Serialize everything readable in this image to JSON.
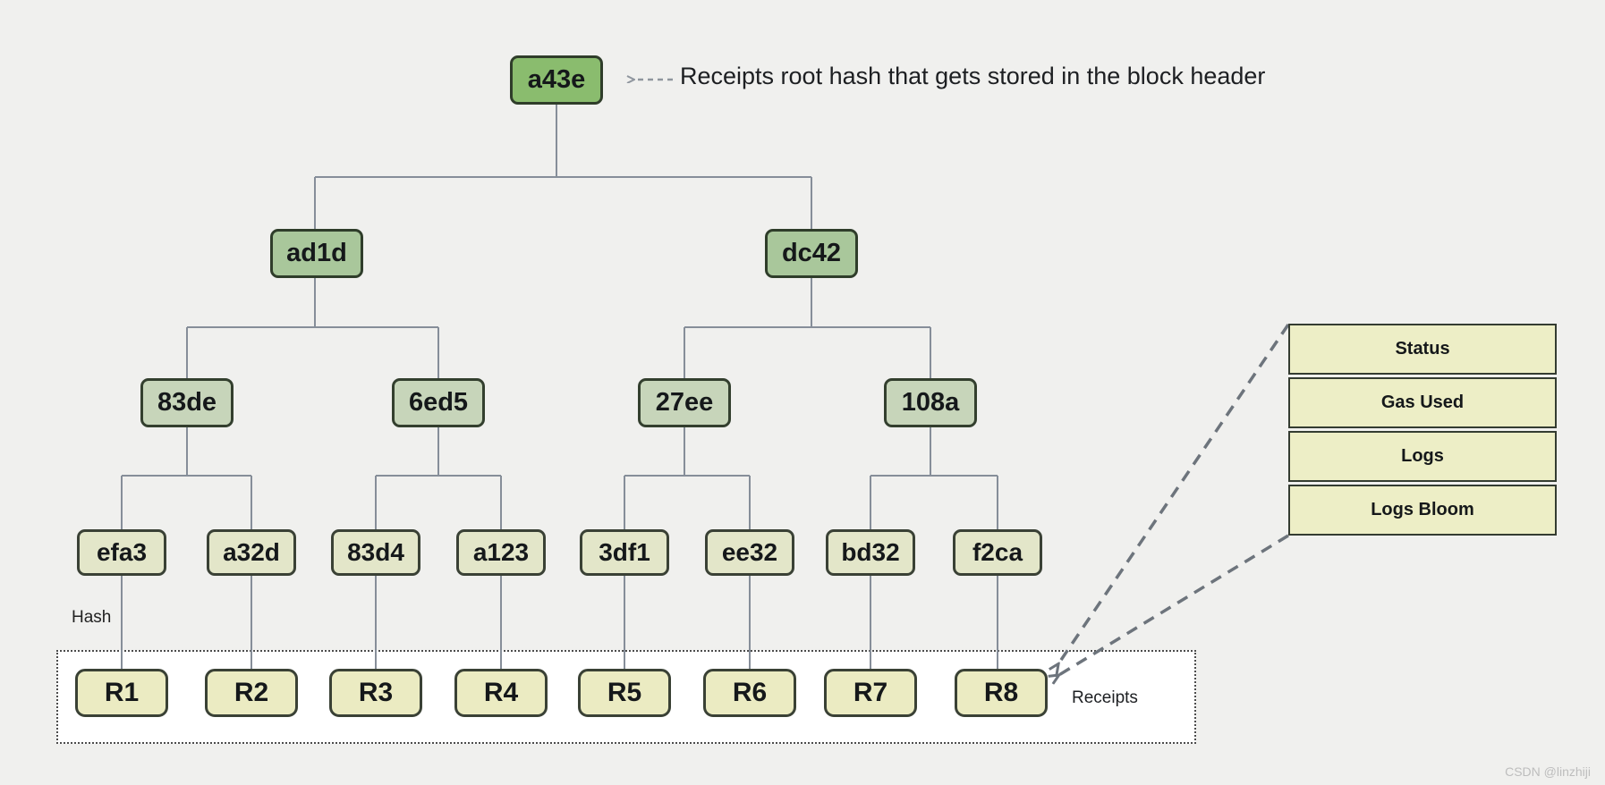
{
  "page": {
    "background": "#f0f0ee",
    "watermark": "CSDN @linzhiji"
  },
  "annotation": {
    "text": "Receipts root hash that gets stored in the block header"
  },
  "side_labels": {
    "hash": "Hash",
    "receipts": "Receipts"
  },
  "tree": {
    "root": {
      "label": "a43e"
    },
    "level1": [
      {
        "label": "ad1d"
      },
      {
        "label": "dc42"
      }
    ],
    "level2": [
      {
        "label": "83de"
      },
      {
        "label": "6ed5"
      },
      {
        "label": "27ee"
      },
      {
        "label": "108a"
      }
    ],
    "leaf_hashes": [
      {
        "label": "efa3"
      },
      {
        "label": "a32d"
      },
      {
        "label": "83d4"
      },
      {
        "label": "a123"
      },
      {
        "label": "3df1"
      },
      {
        "label": "ee32"
      },
      {
        "label": "bd32"
      },
      {
        "label": "f2ca"
      }
    ],
    "receipts": [
      {
        "label": "R1"
      },
      {
        "label": "R2"
      },
      {
        "label": "R3"
      },
      {
        "label": "R4"
      },
      {
        "label": "R5"
      },
      {
        "label": "R6"
      },
      {
        "label": "R7"
      },
      {
        "label": "R8"
      }
    ]
  },
  "receipt_structure": {
    "fields": [
      "Status",
      "Gas Used",
      "Logs",
      "Logs Bloom"
    ]
  },
  "colors": {
    "root_fill": "#8abc6e",
    "level1_fill": "#a9c79b",
    "level2_fill": "#c7d5ba",
    "leaf_fill": "#e3e6c9",
    "receipt_fill": "#ebebc2",
    "table_fill": "#edeec6",
    "connector": "#868e99",
    "callout_dash": "#6d747c"
  }
}
